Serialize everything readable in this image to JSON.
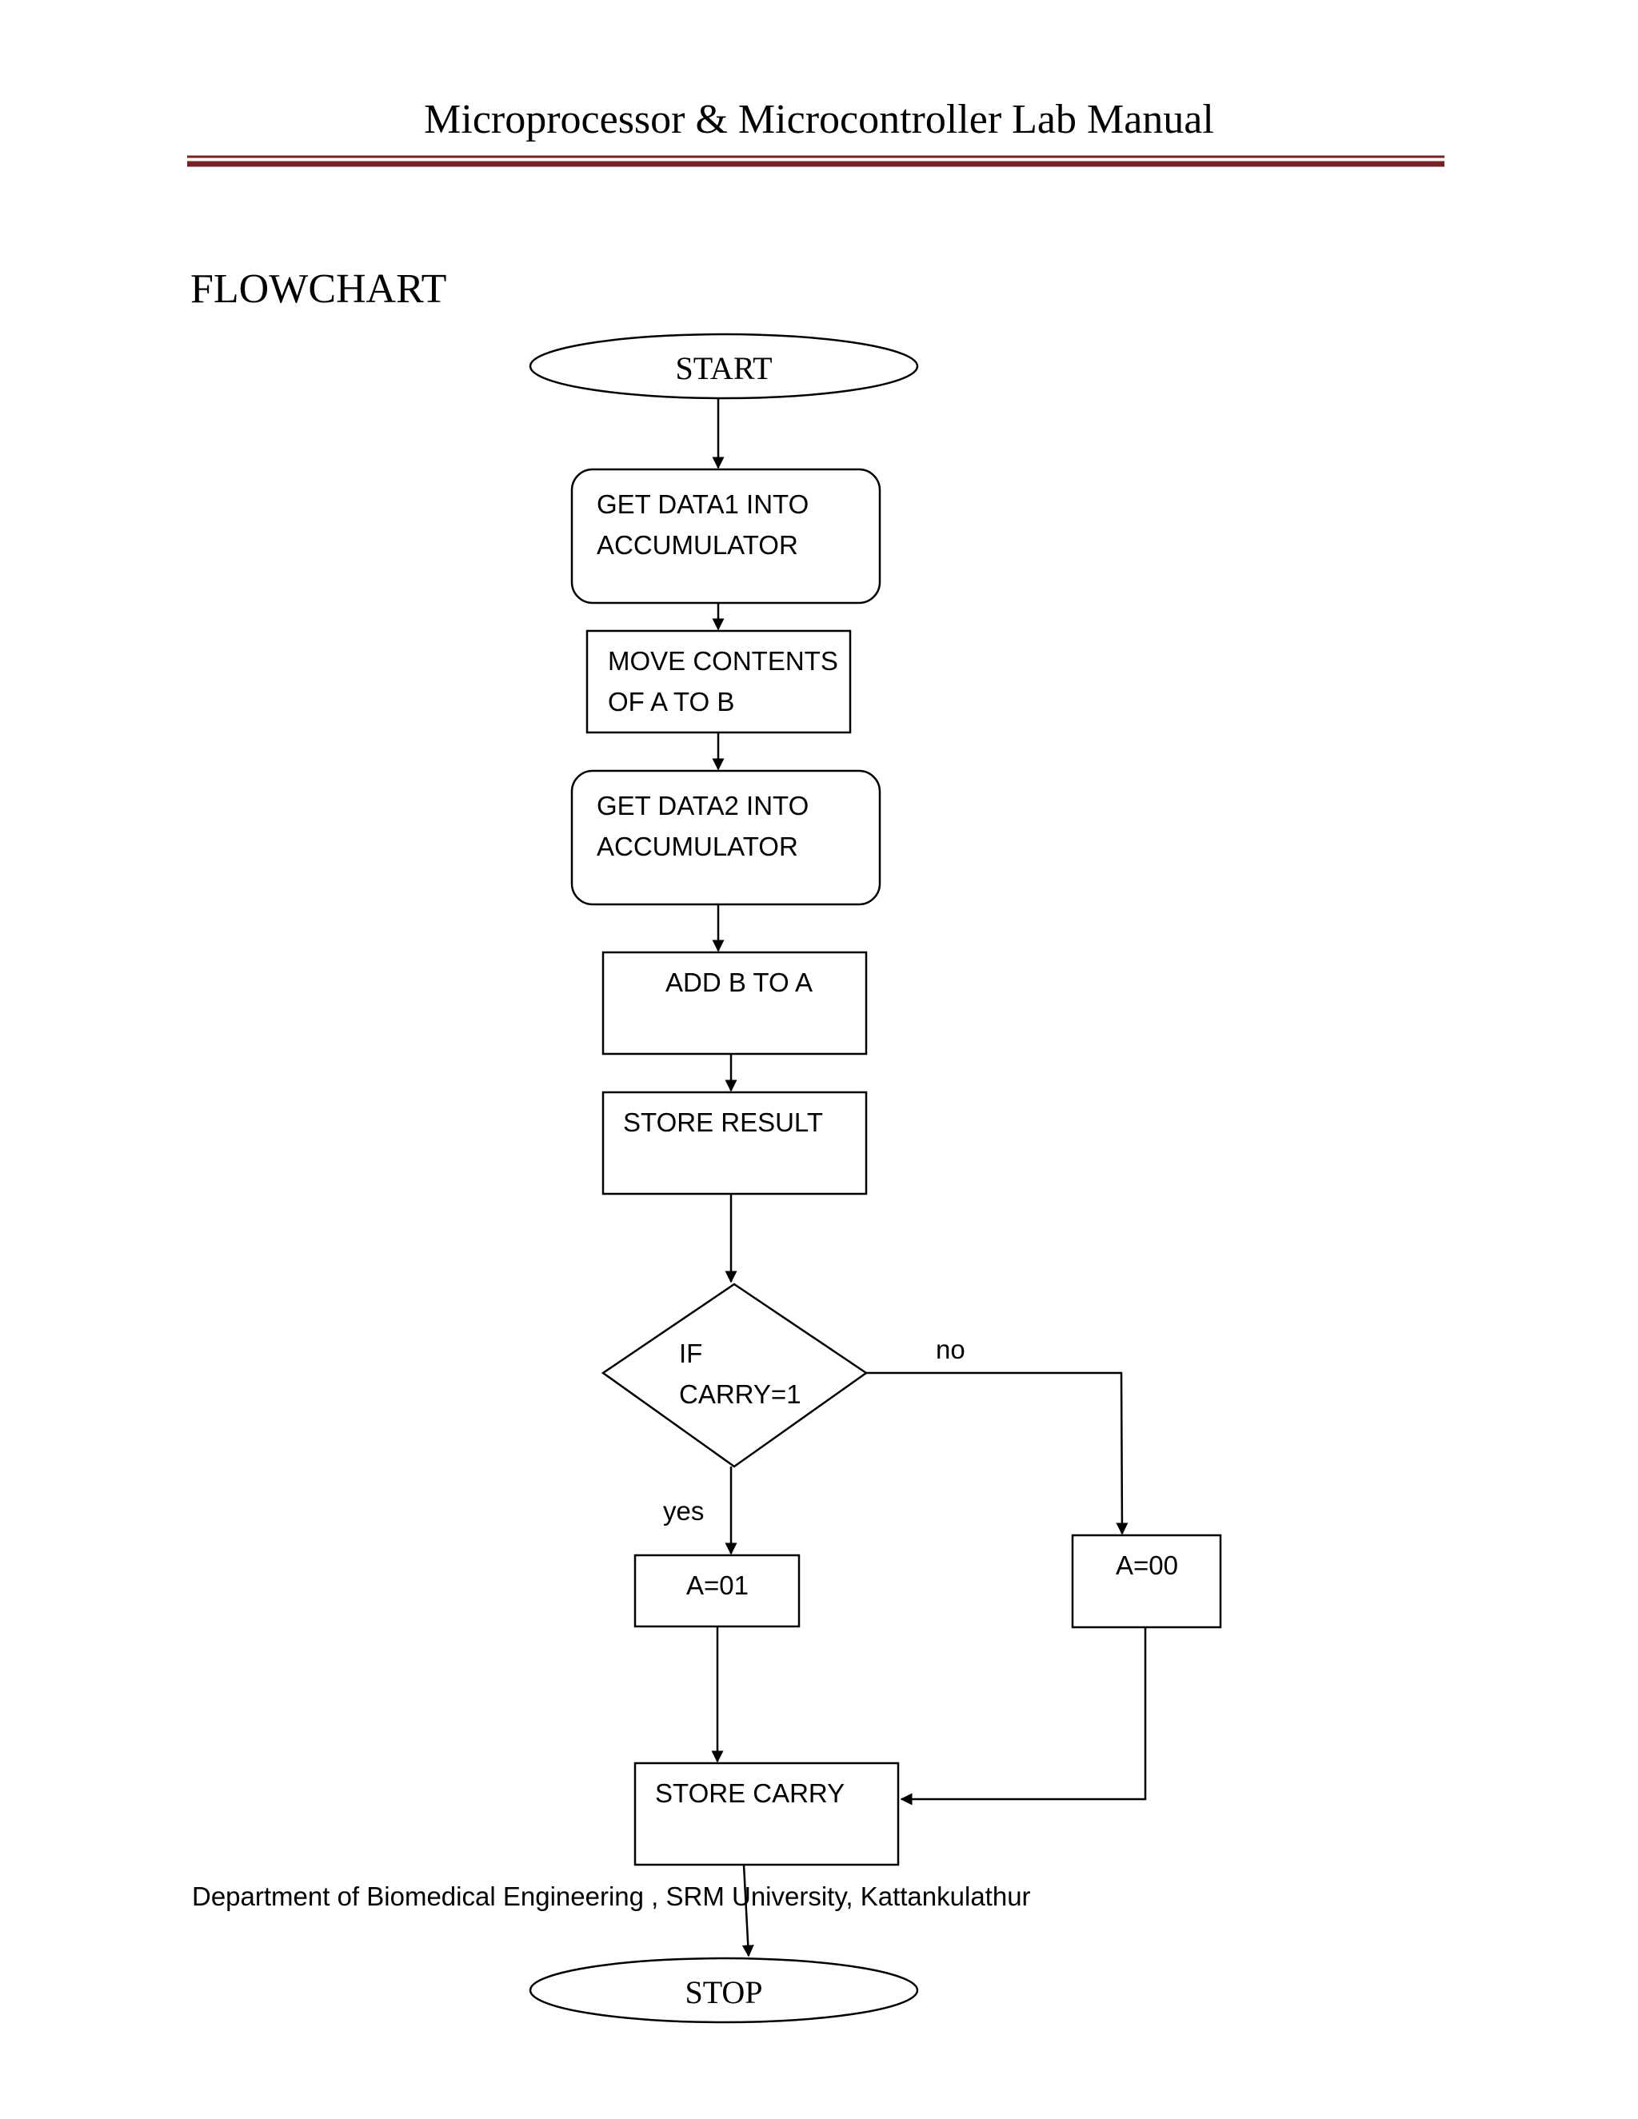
{
  "header": {
    "title": "Microprocessor & Microcontroller Lab Manual",
    "rule_color": "#7a1f24"
  },
  "section": {
    "heading": "FLOWCHART"
  },
  "flowchart": {
    "start": "START",
    "step1": [
      "GET DATA1 INTO",
      "ACCUMULATOR"
    ],
    "step2": [
      "MOVE CONTENTS",
      "OF A TO B"
    ],
    "step3": [
      "GET DATA2 INTO",
      "ACCUMULATOR"
    ],
    "step4": "ADD B TO A",
    "step5": "STORE RESULT",
    "decision": [
      "IF",
      "CARRY=1"
    ],
    "no_label": "no",
    "yes_label": "yes",
    "yes_box": "A=01",
    "no_box": "A=00",
    "store_carry": "STORE CARRY",
    "stop": "STOP"
  },
  "footer": {
    "text": "Department of Biomedical Engineering , SRM University, Kattankulathur"
  }
}
